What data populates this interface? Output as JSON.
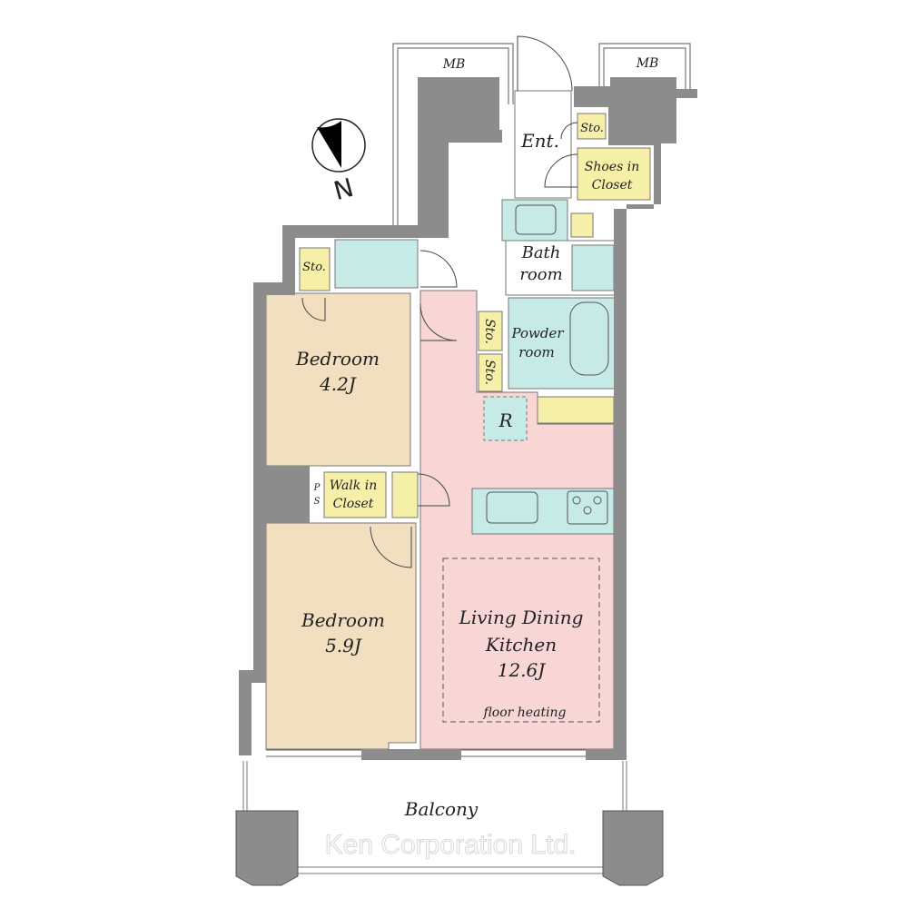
{
  "compass": {
    "north_label": "N"
  },
  "rooms": {
    "mb_left": "MB",
    "mb_right": "MB",
    "entrance": "Ent.",
    "sto_entrance": "Sto.",
    "shoes_closet_line1": "Shoes in",
    "shoes_closet_line2": "Closet",
    "bath_line1": "Bath",
    "bath_line2": "room",
    "powder_line1": "Powder",
    "powder_line2": "room",
    "sto_hall_1": "Sto.",
    "sto_hall_2": "Sto.",
    "sto_bedroom": "Sto.",
    "refrigerator": "R",
    "bedroom1_name": "Bedroom",
    "bedroom1_size": "4.2J",
    "ps_p": "P",
    "ps_s": "S",
    "walkin_line1": "Walk in",
    "walkin_line2": "Closet",
    "bedroom2_name": "Bedroom",
    "bedroom2_size": "5.9J",
    "ldk_line1": "Living Dining",
    "ldk_line2": "Kitchen",
    "ldk_size": "12.6J",
    "floor_heating": "floor heating",
    "balcony": "Balcony"
  },
  "watermark": "Ken Corporation Ltd.",
  "colors": {
    "wall": "#8c8c8c",
    "bedroom": "#f2dfc0",
    "ldk": "#f8d6d6",
    "wet_area": "#c6ebe6",
    "storage": "#f5efa8"
  }
}
